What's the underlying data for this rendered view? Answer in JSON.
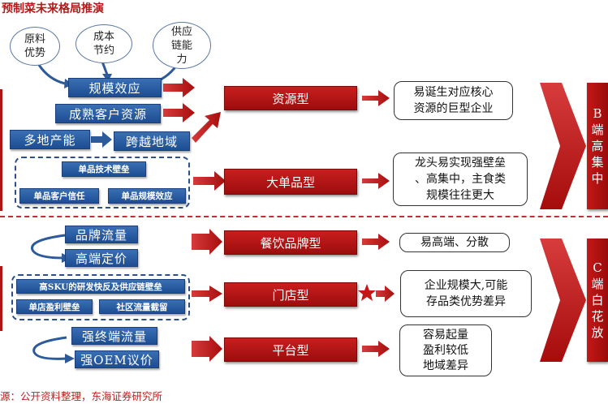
{
  "title": "预制菜未来格局推演",
  "footer": "源：公开资料整理，东海证券研究所",
  "top": {
    "ellipses": [
      "原料\n优势",
      "成本\n节约",
      "供应\n链能\n力"
    ],
    "factors": {
      "scale_effect": "规模效应",
      "mature_customers": "成熟客户资源",
      "multi_capacity": "多地产能",
      "cross_region": "跨越地域",
      "single_barrier": "单品技术壁垒",
      "single_trust": "单品客户信任",
      "single_scale": "单品规模效应"
    },
    "types": {
      "resource": "资源型",
      "single_product": "大单品型"
    },
    "outcomes": {
      "resource": "易诞生对应核心\n资源的巨型企业",
      "single_product": "龙头易实现强壁垒\n、高集中，主食类\n规模往往更大"
    },
    "conclusion": "B端高集中"
  },
  "bottom": {
    "factors": {
      "brand_traffic": "品牌流量",
      "premium_pricing": "高端定价",
      "sku_rd": "高SKU的研发快反及供应链壁垒",
      "store_profit": "单店盈利壁垒",
      "community_traffic": "社区流量截留",
      "terminal_traffic": "强终端流量",
      "oem_bargain": "强OEM议价"
    },
    "types": {
      "catering": "餐饮品牌型",
      "store": "门店型",
      "platform": "平台型"
    },
    "outcomes": {
      "catering": "易高端、分散",
      "store": "企业规模大,可能\n存品类优势差异",
      "platform": "容易起量\n盈利较低\n地域差异"
    },
    "conclusion": "C端白花放"
  },
  "colors": {
    "accent_red": "#b31a1a",
    "box_blue": "#2b5c9e",
    "type_red": "#b51515",
    "arrow_red": "#c42424"
  }
}
